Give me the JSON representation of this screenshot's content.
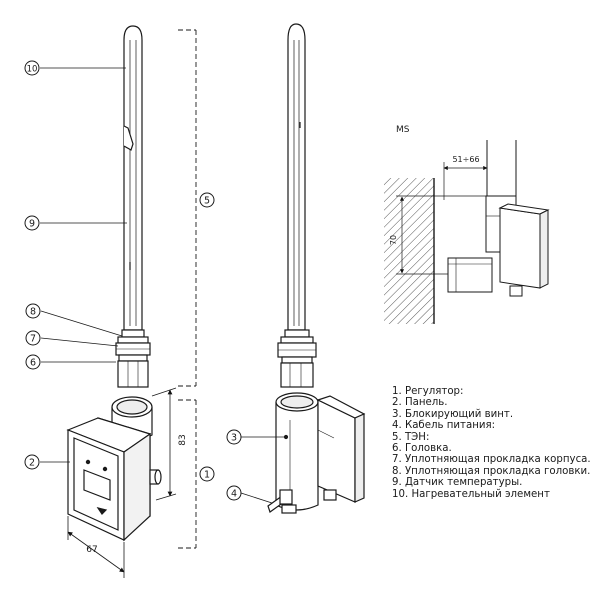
{
  "callouts": {
    "c1": "1",
    "c2": "2",
    "c3": "3",
    "c4": "4",
    "c5": "5",
    "c6": "6",
    "c7": "7",
    "c8": "8",
    "c9": "9",
    "c10": "10"
  },
  "dimensions": {
    "height_83": "83",
    "width_67": "67",
    "ms_offset": "51÷66",
    "ms_height": "70"
  },
  "ms_label": "MS",
  "legend": [
    "1. Регулятор:",
    "2. Панель.",
    "3. Блокирующий винт.",
    "4. Кабель питания:",
    "5. ТЭН:",
    "6. Головка.",
    "7. Уплотняющая прокладка корпуса.",
    "8. Уплотняющая прокладка головки.",
    "9. Датчик температуры.",
    "10. Нагревательный элемент"
  ]
}
